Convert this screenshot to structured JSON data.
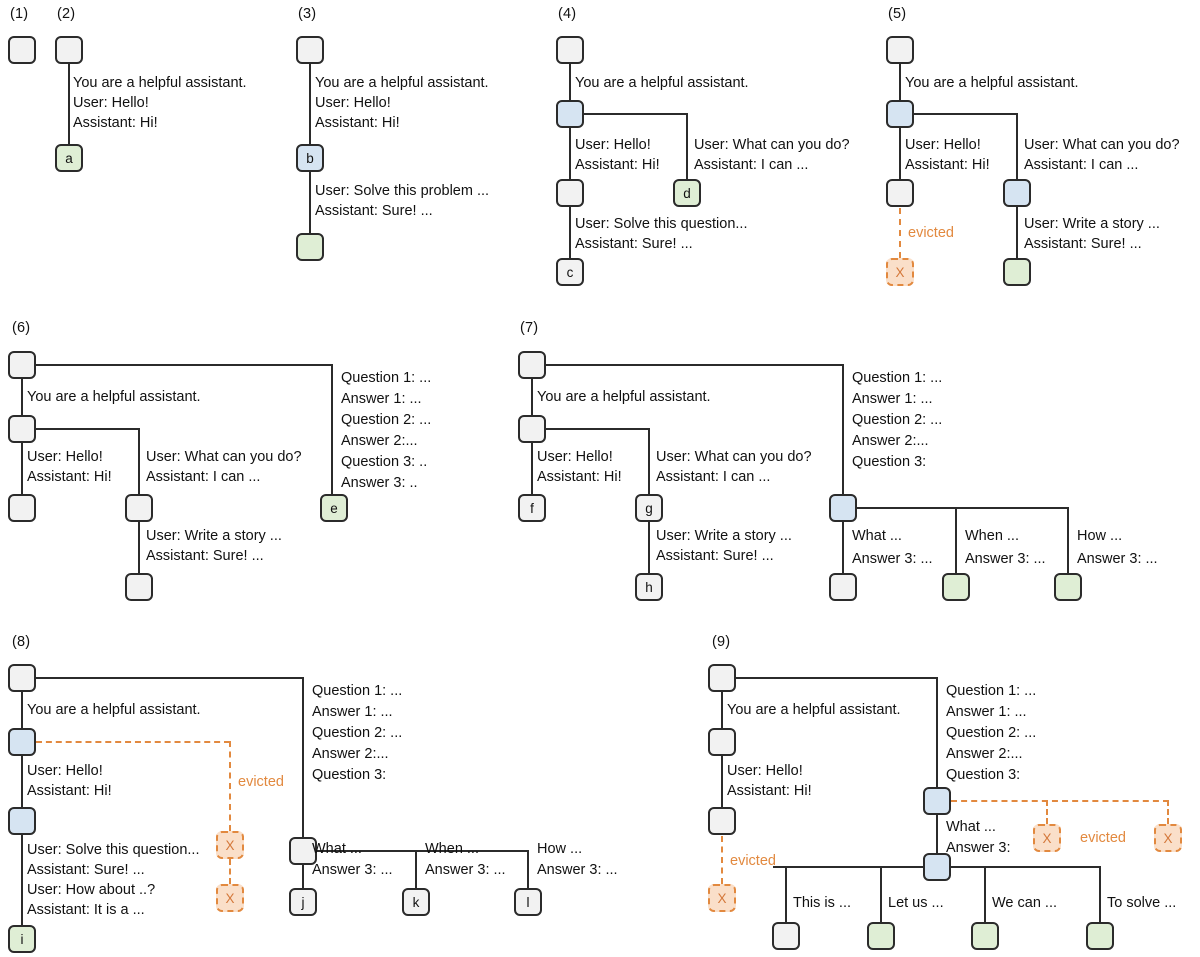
{
  "figure": {
    "type": "diagram",
    "description": "Nine-step sequence diagram of a prefix-tree / radix KV-cache showing conversation branches, node reuse, and evicted cache blocks."
  },
  "common": {
    "system_prompt": "You are a helpful assistant.",
    "turn_hello": "User: Hello!",
    "turn_hi": "Assistant: Hi!",
    "turn_what_can": "User: What can you do?",
    "turn_i_can": "Assistant: I can ...",
    "turn_solve_problem": "User: Solve this problem ...",
    "turn_sure": "Assistant: Sure! ...",
    "turn_solve_question": "User: Solve this question...",
    "turn_write_story": "User: Write a story ...",
    "turn_how_about": "User: How about ..?",
    "turn_it_is_a": "Assistant: It is a ...",
    "q1": "Question 1: ...",
    "a1": "Answer 1: ...",
    "q2": "Question 2: ...",
    "a2": "Answer 2:...",
    "q3_dots": "Question 3: ..",
    "a3_dots": "Answer 3: ..",
    "q3": "Question 3:",
    "what": "What ...",
    "when": "When ...",
    "how": "How ...",
    "answer3": "Answer 3: ...",
    "answer3_plain": "Answer 3:",
    "this_is": "This is ...",
    "let_us": "Let us ...",
    "we_can": "We can ...",
    "to_solve": "To solve ...",
    "evicted": "evicted",
    "x_mark": "X"
  },
  "colors": {
    "node_grey": "#f2f2f2",
    "node_blue": "#d6e4f2",
    "node_green": "#dfeed5",
    "evicted_fill": "#fadfc9",
    "evicted_stroke": "#e2893f",
    "edge": "#2b2b2b"
  },
  "panels": [
    {
      "id": "p1",
      "label": "(1)",
      "nodes": [
        {
          "name": "root",
          "tag": "",
          "color": "grey"
        }
      ]
    },
    {
      "id": "p2",
      "label": "(2)",
      "nodes": [
        {
          "name": "root",
          "tag": "",
          "color": "grey"
        },
        {
          "name": "leaf-a",
          "tag": "a",
          "color": "green"
        }
      ]
    },
    {
      "id": "p3",
      "label": "(3)",
      "nodes": [
        {
          "name": "root",
          "tag": "",
          "color": "grey"
        },
        {
          "name": "node-b",
          "tag": "b",
          "color": "blue"
        },
        {
          "name": "leaf",
          "tag": "",
          "color": "green"
        }
      ]
    },
    {
      "id": "p4",
      "label": "(4)",
      "nodes": [
        {
          "name": "root",
          "tag": "",
          "color": "grey"
        },
        {
          "name": "shared",
          "tag": "",
          "color": "blue"
        },
        {
          "name": "mid",
          "tag": "",
          "color": "grey"
        },
        {
          "name": "leaf-c",
          "tag": "c",
          "color": "grey"
        },
        {
          "name": "leaf-d",
          "tag": "d",
          "color": "green"
        }
      ]
    },
    {
      "id": "p5",
      "label": "(5)",
      "nodes": [
        {
          "name": "root",
          "tag": "",
          "color": "grey"
        },
        {
          "name": "shared",
          "tag": "",
          "color": "blue"
        },
        {
          "name": "mid",
          "tag": "",
          "color": "grey"
        },
        {
          "name": "branch",
          "tag": "",
          "color": "blue"
        },
        {
          "name": "leaf",
          "tag": "",
          "color": "green"
        }
      ],
      "evicted": [
        {
          "tag": "X"
        }
      ]
    },
    {
      "id": "p6",
      "label": "(6)",
      "nodes": [
        {
          "name": "root",
          "tag": "",
          "color": "grey"
        },
        {
          "name": "shared",
          "tag": "",
          "color": "grey"
        },
        {
          "name": "leaf-left",
          "tag": "",
          "color": "grey"
        },
        {
          "name": "mid",
          "tag": "",
          "color": "grey"
        },
        {
          "name": "leaf-mid",
          "tag": "",
          "color": "grey"
        },
        {
          "name": "leaf-e",
          "tag": "e",
          "color": "green"
        }
      ]
    },
    {
      "id": "p7",
      "label": "(7)",
      "nodes": [
        {
          "name": "root",
          "tag": "",
          "color": "grey"
        },
        {
          "name": "shared",
          "tag": "",
          "color": "grey"
        },
        {
          "name": "leaf-f",
          "tag": "f",
          "color": "grey"
        },
        {
          "name": "node-g",
          "tag": "g",
          "color": "grey"
        },
        {
          "name": "leaf-h",
          "tag": "h",
          "color": "grey"
        },
        {
          "name": "qa-branch",
          "tag": "",
          "color": "blue"
        },
        {
          "name": "leaf-what",
          "tag": "",
          "color": "grey"
        },
        {
          "name": "leaf-when",
          "tag": "",
          "color": "green"
        },
        {
          "name": "leaf-how",
          "tag": "",
          "color": "green"
        }
      ]
    },
    {
      "id": "p8",
      "label": "(8)",
      "nodes": [
        {
          "name": "root",
          "tag": "",
          "color": "grey"
        },
        {
          "name": "shared",
          "tag": "",
          "color": "blue"
        },
        {
          "name": "mid",
          "tag": "",
          "color": "blue"
        },
        {
          "name": "leaf-i",
          "tag": "i",
          "color": "green"
        },
        {
          "name": "qa-branch",
          "tag": "",
          "color": "grey"
        },
        {
          "name": "leaf-j",
          "tag": "j",
          "color": "grey"
        },
        {
          "name": "leaf-k",
          "tag": "k",
          "color": "grey"
        },
        {
          "name": "leaf-l",
          "tag": "l",
          "color": "grey"
        }
      ],
      "evicted": [
        {
          "tag": "X"
        },
        {
          "tag": "X"
        }
      ]
    },
    {
      "id": "p9",
      "label": "(9)",
      "nodes": [
        {
          "name": "root",
          "tag": "",
          "color": "grey"
        },
        {
          "name": "shared",
          "tag": "",
          "color": "grey"
        },
        {
          "name": "mid",
          "tag": "",
          "color": "grey"
        },
        {
          "name": "qa-branch",
          "tag": "",
          "color": "blue"
        },
        {
          "name": "what-branch",
          "tag": "",
          "color": "blue"
        },
        {
          "name": "leaf-this",
          "tag": "",
          "color": "grey"
        },
        {
          "name": "leaf-letus",
          "tag": "",
          "color": "green"
        },
        {
          "name": "leaf-wecan",
          "tag": "",
          "color": "green"
        },
        {
          "name": "leaf-tosolve",
          "tag": "",
          "color": "green"
        }
      ],
      "evicted": [
        {
          "tag": "X"
        },
        {
          "tag": "X"
        },
        {
          "tag": "X"
        }
      ]
    }
  ]
}
